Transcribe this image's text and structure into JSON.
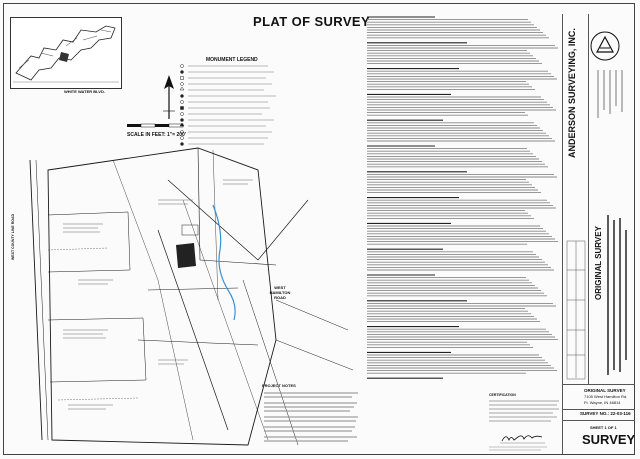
{
  "title": "PLAT OF SURVEY",
  "location_label": "WHITE WATER BLVD.",
  "scale_label": "SCALE IN FEET:  1\"= 200'",
  "legend_title": "MONUMENT  LEGEND",
  "road_labels": {
    "west_county_line": "WEST COUNTY LINE ROAD",
    "west_hamilton": "WEST HAMILTON ROAD"
  },
  "project_notes_title": "PROJECT NOTES",
  "certification_title": "CERTIFICATION",
  "company": "ANDERSON SURVEYING, INC.",
  "original_survey_vertical": "ORIGINAL SURVEY",
  "title_block": {
    "project_title": "ORIGINAL SURVEY",
    "address_line1": "7105 West Hamilton Rd.",
    "address_line2": "Ft. Wayne, IN 46814",
    "survey_no": "SURVEY NO.: 22-03-116",
    "sheet": "SHEET 1 OF 1",
    "big": "SURVEY"
  },
  "colors": {
    "ink": "#1a1a1a",
    "flood_line": "#3a8fd1",
    "paper": "#fbfbfb"
  }
}
